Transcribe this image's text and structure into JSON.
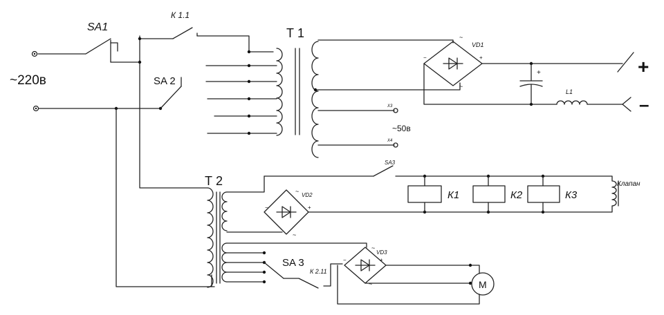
{
  "labels": {
    "sa1": "SA1",
    "k11": "К 1.1",
    "t1": "Т 1",
    "vd1": "VD1",
    "plus": "+",
    "minus": "–",
    "v220": "~220в",
    "sa2": "SA 2",
    "cap_plus": "+",
    "l1": "L1",
    "x3": "X3",
    "v50": "~50в",
    "x4": "X4",
    "sa3_top": "SA3",
    "t2": "Т 2",
    "vd2": "VD2",
    "k1": "К1",
    "k2": "К2",
    "k3": "К3",
    "valve": "Клапан",
    "sa3": "SA 3",
    "vd3": "VD3",
    "k211": "К 2.11",
    "motor": "M"
  }
}
